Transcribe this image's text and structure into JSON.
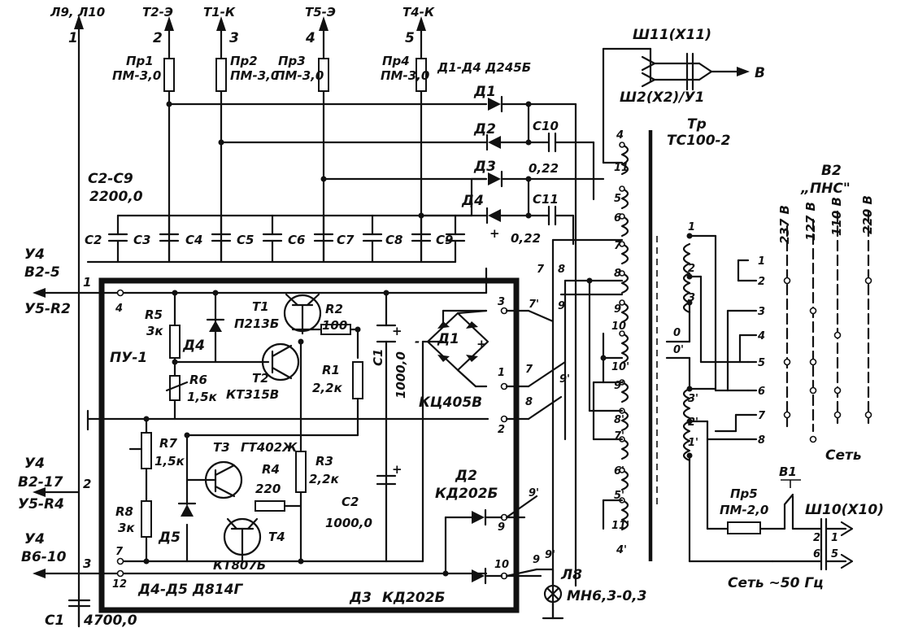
{
  "labels": {
    "top_conn": [
      "Л9, Л10",
      "Т2-Э",
      "Т1-К",
      "Т5-Э",
      "Т4-К"
    ],
    "top_pins": [
      "1",
      "2",
      "3",
      "4",
      "5"
    ],
    "fuses": [
      {
        "ref": "Пр1",
        "type": "ПМ-3,0"
      },
      {
        "ref": "Пр2",
        "type": "ПМ-3,0"
      },
      {
        "ref": "Пр3",
        "type": "ПМ-3,0"
      },
      {
        "ref": "Пр4",
        "type": "ПМ-3,0"
      },
      {
        "ref": "Пр5",
        "type": "ПМ-2,0"
      }
    ],
    "diodes_top": "Д1-Д4 Д245Б",
    "d_refs": [
      "Д1",
      "Д2",
      "Д3",
      "Д4"
    ],
    "c10": "С10",
    "c10_val": "0,22",
    "c11": "С11",
    "c11_val": "0,22",
    "cap_bank_title": "С2-С9",
    "cap_bank_val": "2200,0",
    "cap_bank_refs": [
      "С2",
      "С3",
      "С4",
      "С5",
      "С6",
      "С7",
      "С8",
      "С9"
    ],
    "sh11": "Ш11(Х11)",
    "sh12": "Ш2(Х2)/У1",
    "to_b": "В",
    "tr_ref": "Тр",
    "tr_type": "ТС100-2",
    "sw_ref": "В2",
    "sw_name": "„ПНС\"",
    "voltages": [
      "237 В",
      "127 В",
      "110 В",
      "220 В"
    ],
    "sw_pins": [
      "1",
      "2",
      "3",
      "4",
      "5",
      "6",
      "7",
      "8"
    ],
    "set": "Сеть",
    "left_u4_1": "У4",
    "left_b2_5": "В2-5",
    "left_u5_r2": "У5-R2",
    "left_u4_2": "У4",
    "left_b2_17": "В2-17",
    "left_u5_r4": "У5-R4",
    "left_u4_3": "У4",
    "left_b6_10": "В6-10",
    "left_pins": [
      "1",
      "2",
      "3"
    ],
    "pu1": "ПУ-1",
    "r5": "R5",
    "r5v": "3к",
    "r6": "R6",
    "r6v": "1,5к",
    "r7": "R7",
    "r7v": "1,5к",
    "r8": "R8",
    "r8v": "3к",
    "r1": "R1",
    "r1v": "2,2к",
    "r2": "R2",
    "r2v": "100",
    "r3": "R3",
    "r3v": "2,2к",
    "r4": "R4",
    "r4v": "220",
    "t1": "Т1",
    "t1type": "П213Б",
    "t2": "Т2",
    "t2type": "КТ315В",
    "t3": "Т3",
    "t3type": "ГТ402Ж",
    "t4": "Т4",
    "t4type": "КТ807Б",
    "d4": "Д4",
    "d5": "Д5",
    "d1b": "Д1",
    "c1": "С1",
    "c1v": "1000,0",
    "c2": "С2",
    "c2v": "1000,0",
    "bridge": "КЦ405В",
    "d2": "Д2",
    "d2type": "КД202Б",
    "d3": "Д3",
    "d3type": "КД202Б",
    "d45": "Д4-Д5 Д814Г",
    "c1out": "С1",
    "c1outv": "4700,0",
    "l8": "Л8",
    "l8type": "МН6,3-0,3",
    "board_pins": [
      "4",
      "3",
      "7",
      "1",
      "7",
      "8",
      "2",
      "9",
      "9",
      "10",
      "7",
      "12"
    ],
    "tr_pins": [
      "7'",
      "8",
      "9",
      "9'",
      "9'",
      "9",
      "9'"
    ],
    "winding_pins": [
      "4",
      "11",
      "5",
      "6",
      "7",
      "8",
      "9",
      "10",
      "10'",
      "9'",
      "8'",
      "7'",
      "6'",
      "5'",
      "11'",
      "4'"
    ],
    "prim_pins": [
      "1",
      "2",
      "3",
      "0",
      "0'",
      "3'",
      "2'",
      "1'"
    ],
    "b1": "В1",
    "sh10": "Ш10(Х10)",
    "sh10_pins": [
      "2",
      "6",
      "1",
      "5"
    ],
    "mains": "Сеть ~50 Гц",
    "plus": "+",
    "minus": "-"
  }
}
